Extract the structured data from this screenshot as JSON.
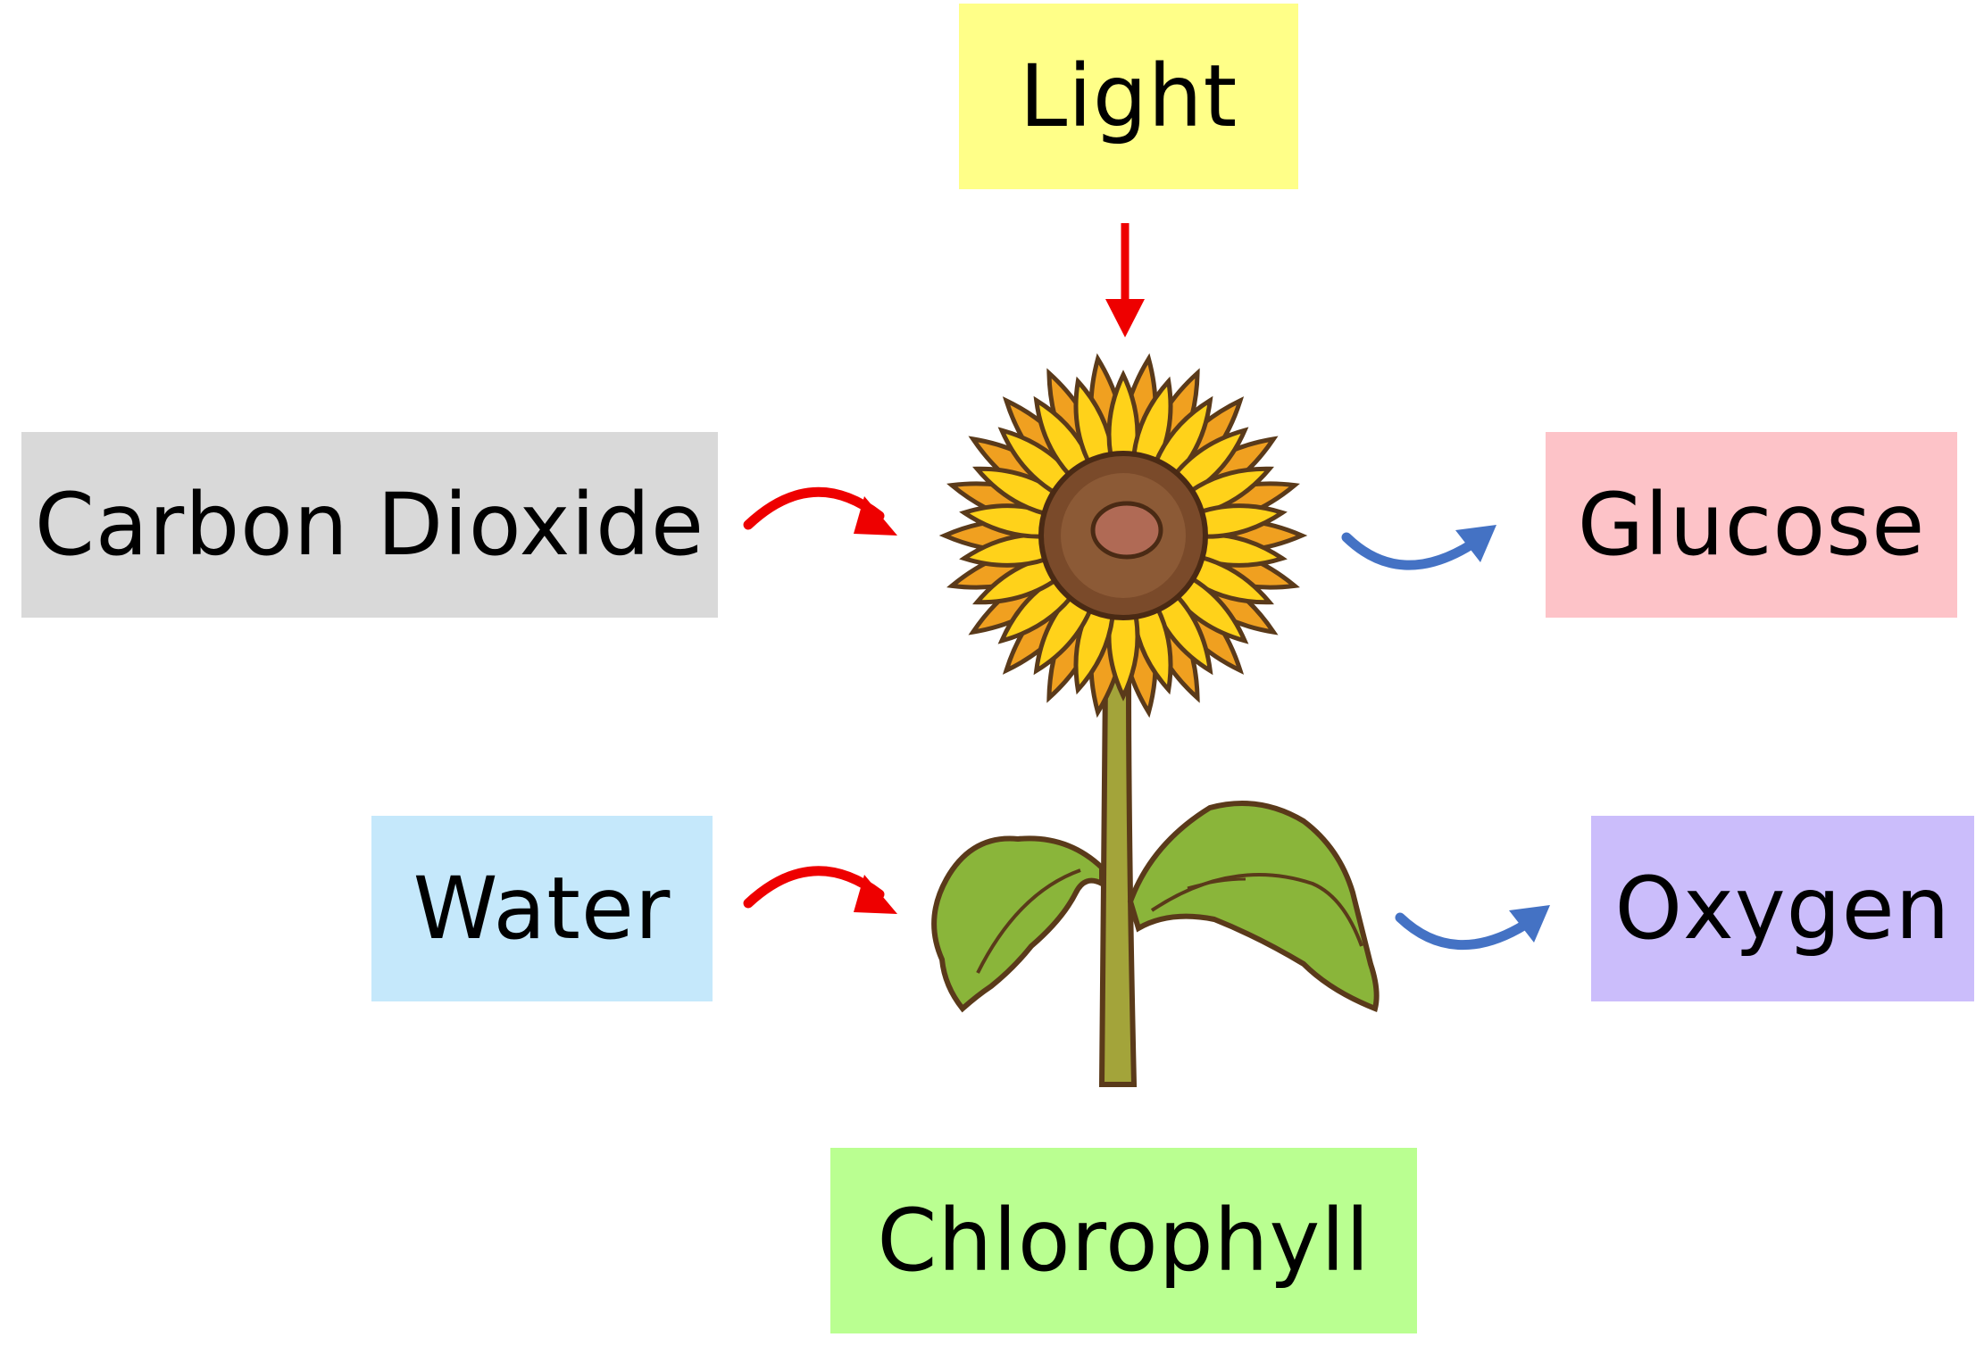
{
  "diagram": {
    "inputs": {
      "light": {
        "label": "Light",
        "color": "#ffff88"
      },
      "carbon_dioxide": {
        "label": "Carbon Dioxide",
        "color": "#d9d9d9"
      },
      "water": {
        "label": "Water",
        "color": "#c5e8fb"
      }
    },
    "outputs": {
      "glucose": {
        "label": "Glucose",
        "color": "#fdc3c8"
      },
      "oxygen": {
        "label": "Oxygen",
        "color": "#cbbdfb"
      }
    },
    "catalyst": {
      "chlorophyll": {
        "label": "Chlorophyll",
        "color": "#baff91"
      }
    },
    "arrow_colors": {
      "input": "#ee0000",
      "output": "#4472c4"
    },
    "illustration": "sunflower-icon"
  }
}
